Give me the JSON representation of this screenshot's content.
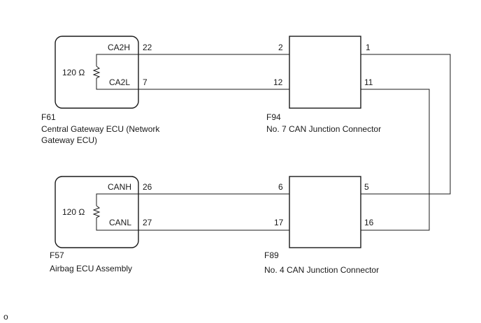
{
  "ecu_gateway": {
    "code": "F61",
    "name_line1": "Central Gateway ECU (Network",
    "name_line2": "Gateway ECU)",
    "resistor": "120 Ω",
    "signal_high": "CA2H",
    "signal_low": "CA2L",
    "pin_high": "22",
    "pin_low": "7"
  },
  "junction_7": {
    "code": "F94",
    "name": "No. 7 CAN Junction Connector",
    "pin_left_top": "2",
    "pin_left_bottom": "12",
    "pin_right_top": "1",
    "pin_right_bottom": "11"
  },
  "ecu_airbag": {
    "code": "F57",
    "name": "Airbag ECU Assembly",
    "resistor": "120 Ω",
    "signal_high": "CANH",
    "signal_low": "CANL",
    "pin_high": "26",
    "pin_low": "27"
  },
  "junction_4": {
    "code": "F89",
    "name": "No. 4 CAN Junction Connector",
    "pin_left_top": "6",
    "pin_left_bottom": "17",
    "pin_right_top": "5",
    "pin_right_bottom": "16"
  },
  "footer_mark": "o"
}
